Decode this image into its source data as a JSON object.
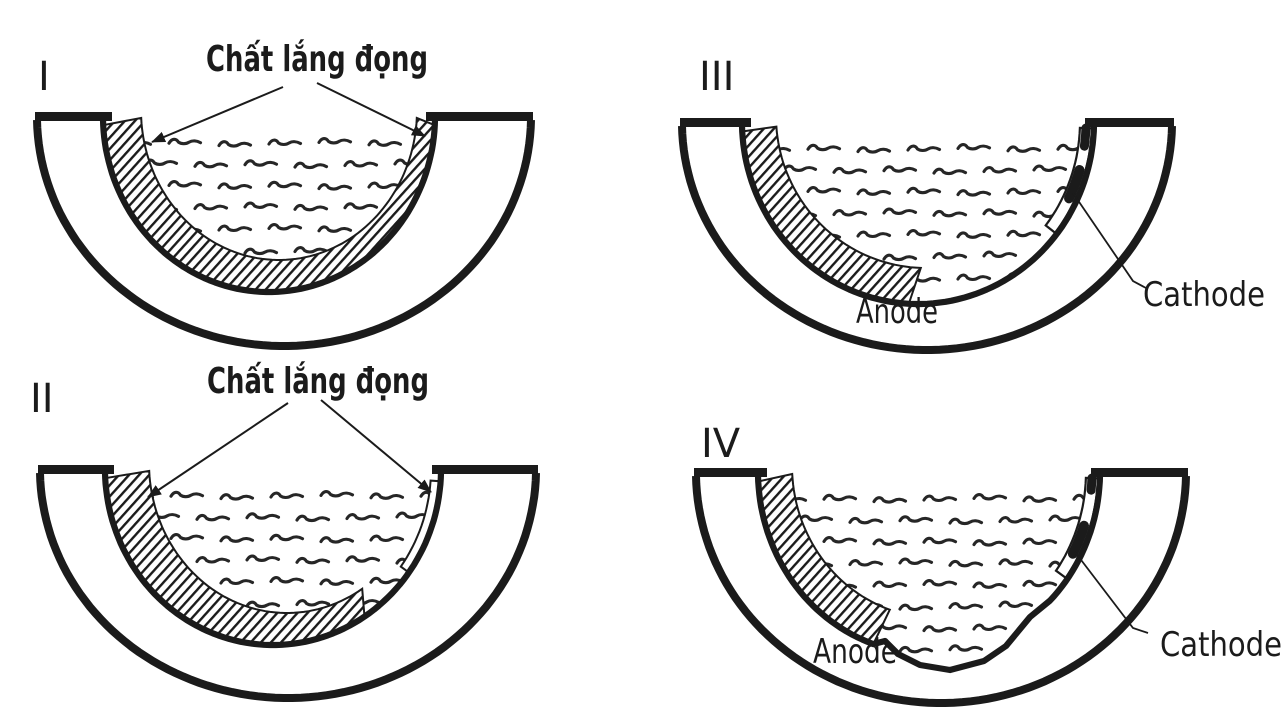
{
  "colors": {
    "ink": "#1b1b1b",
    "background": "#ffffff"
  },
  "panels": [
    {
      "numeral": "I",
      "deposit_label": "Chất lắng đọng"
    },
    {
      "numeral": "II",
      "deposit_label": "Chất lắng đọng"
    },
    {
      "numeral": "III",
      "anode_label": "Anode",
      "cathode_label": "Cathode"
    },
    {
      "numeral": "IV",
      "anode_label": "Anode",
      "cathode_label": "Cathode"
    }
  ]
}
